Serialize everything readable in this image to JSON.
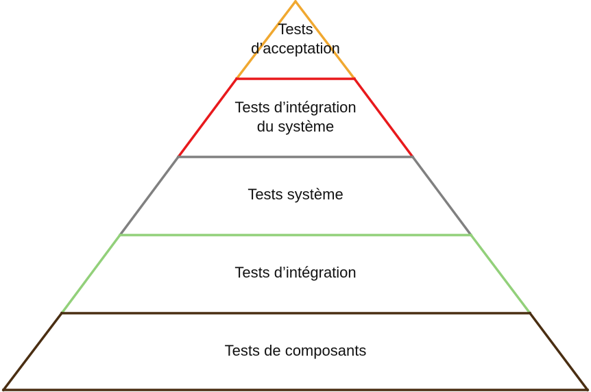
{
  "levels": [
    {
      "id": "acceptance",
      "lines": [
        "Tests",
        "d’acceptation"
      ],
      "color": "#f0a830"
    },
    {
      "id": "system-integration",
      "lines": [
        "Tests d’intégration",
        "du système"
      ],
      "color": "#e8191c"
    },
    {
      "id": "system",
      "lines": [
        "Tests système"
      ],
      "color": "#808080"
    },
    {
      "id": "integration",
      "lines": [
        "Tests d’intégration"
      ],
      "color": "#92d07a"
    },
    {
      "id": "component",
      "lines": [
        "Tests de composants"
      ],
      "color": "#4a2e12"
    }
  ]
}
